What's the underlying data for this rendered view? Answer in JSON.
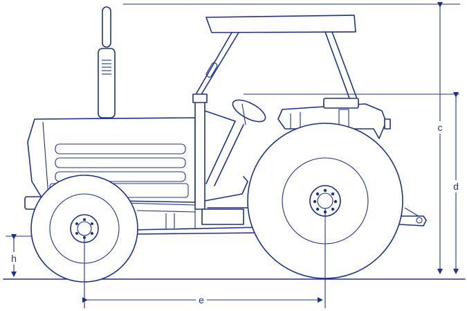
{
  "diagram": {
    "stroke_color": "#1c2f96",
    "background_color": "#ffffff",
    "dimension_labels": {
      "c": "c",
      "d": "d",
      "e": "e",
      "h": "h"
    }
  }
}
